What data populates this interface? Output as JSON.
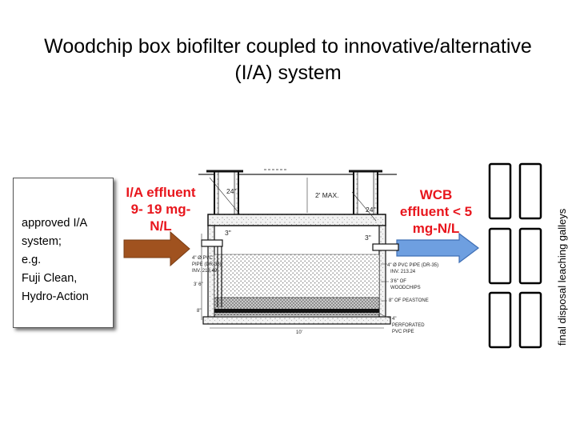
{
  "title": {
    "line1": "Woodchip box biofilter coupled to innovative/alternative",
    "line2": "(I/A) system"
  },
  "ia_system": {
    "line1": "approved I/A",
    "line2": "system;",
    "line3": "e.g.",
    "line4": "Fuji Clean,",
    "line5": "Hydro-Action"
  },
  "inflow_label": {
    "line1": "I/A effluent",
    "line2": "9- 19 mg-",
    "line3": "N/L"
  },
  "outflow_label": {
    "line1": "WCB",
    "line2": "effluent < 5",
    "line3": "mg-N/L"
  },
  "galleys_label": "final disposal leaching galleys",
  "drawing": {
    "riser_dim": "24\"",
    "max_dim": "2' MAX.",
    "riser_dim_right": "24\"",
    "drop_dim": "3\"",
    "inlet_pipe1": "4\" Ø PVC",
    "inlet_pipe2": "PIPE (DR-35)",
    "inlet_pipe3": "INV. 213.49",
    "outlet_pipe1": "4\" Ø PVC PIPE (DR-35)",
    "outlet_pipe2": "INV. 213.24",
    "woodchips1": "3'6\" OF",
    "woodchips2": "WOODCHIPS",
    "peastone": "8\" OF PEASTONE",
    "perforated1": "4\"",
    "perforated2": "PERFORATED",
    "perforated3": "PVC PIPE",
    "height_dim": "3' 6\"",
    "bottom_dim": "8\"",
    "length_dim": "10'",
    "top_dim": "3\""
  },
  "colors": {
    "title_text": "#000000",
    "label_red": "#e8161d",
    "inflow_arrow": "#a0521f",
    "outflow_arrow": "#6e9fe0",
    "outflow_arrow_border": "#3f6fb5"
  }
}
